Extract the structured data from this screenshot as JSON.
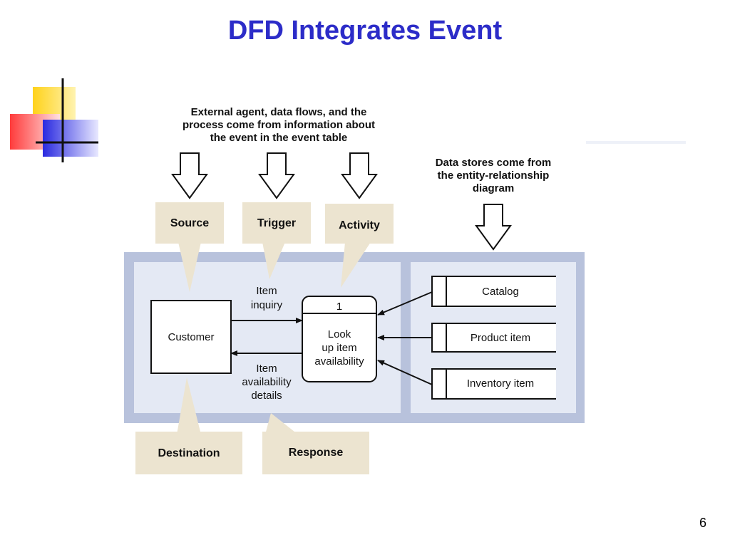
{
  "slide": {
    "title": "DFD Integrates Event",
    "page_number": "6"
  },
  "notes": {
    "top": [
      "External agent, data flows, and the",
      "process come from information about",
      "the event in the event table"
    ],
    "right": [
      "Data stores come from",
      "the entity-relationship",
      "diagram"
    ]
  },
  "callouts": {
    "source": "Source",
    "trigger": "Trigger",
    "activity": "Activity",
    "destination": "Destination",
    "response": "Response"
  },
  "process": {
    "number": "1",
    "label": [
      "Look",
      "up item",
      "availability"
    ]
  },
  "entity": {
    "label": "Customer"
  },
  "flows": {
    "inquiry": [
      "Item",
      "inquiry"
    ],
    "details": [
      "Item",
      "availability",
      "details"
    ]
  },
  "data_stores": [
    {
      "label": "Catalog"
    },
    {
      "label": "Product item"
    },
    {
      "label": "Inventory item"
    }
  ],
  "colors": {
    "title": "#2c2cc8",
    "panel_border": "#b8c2dc",
    "panel_fill": "#e4e9f4",
    "callout": "#ece4d0"
  }
}
